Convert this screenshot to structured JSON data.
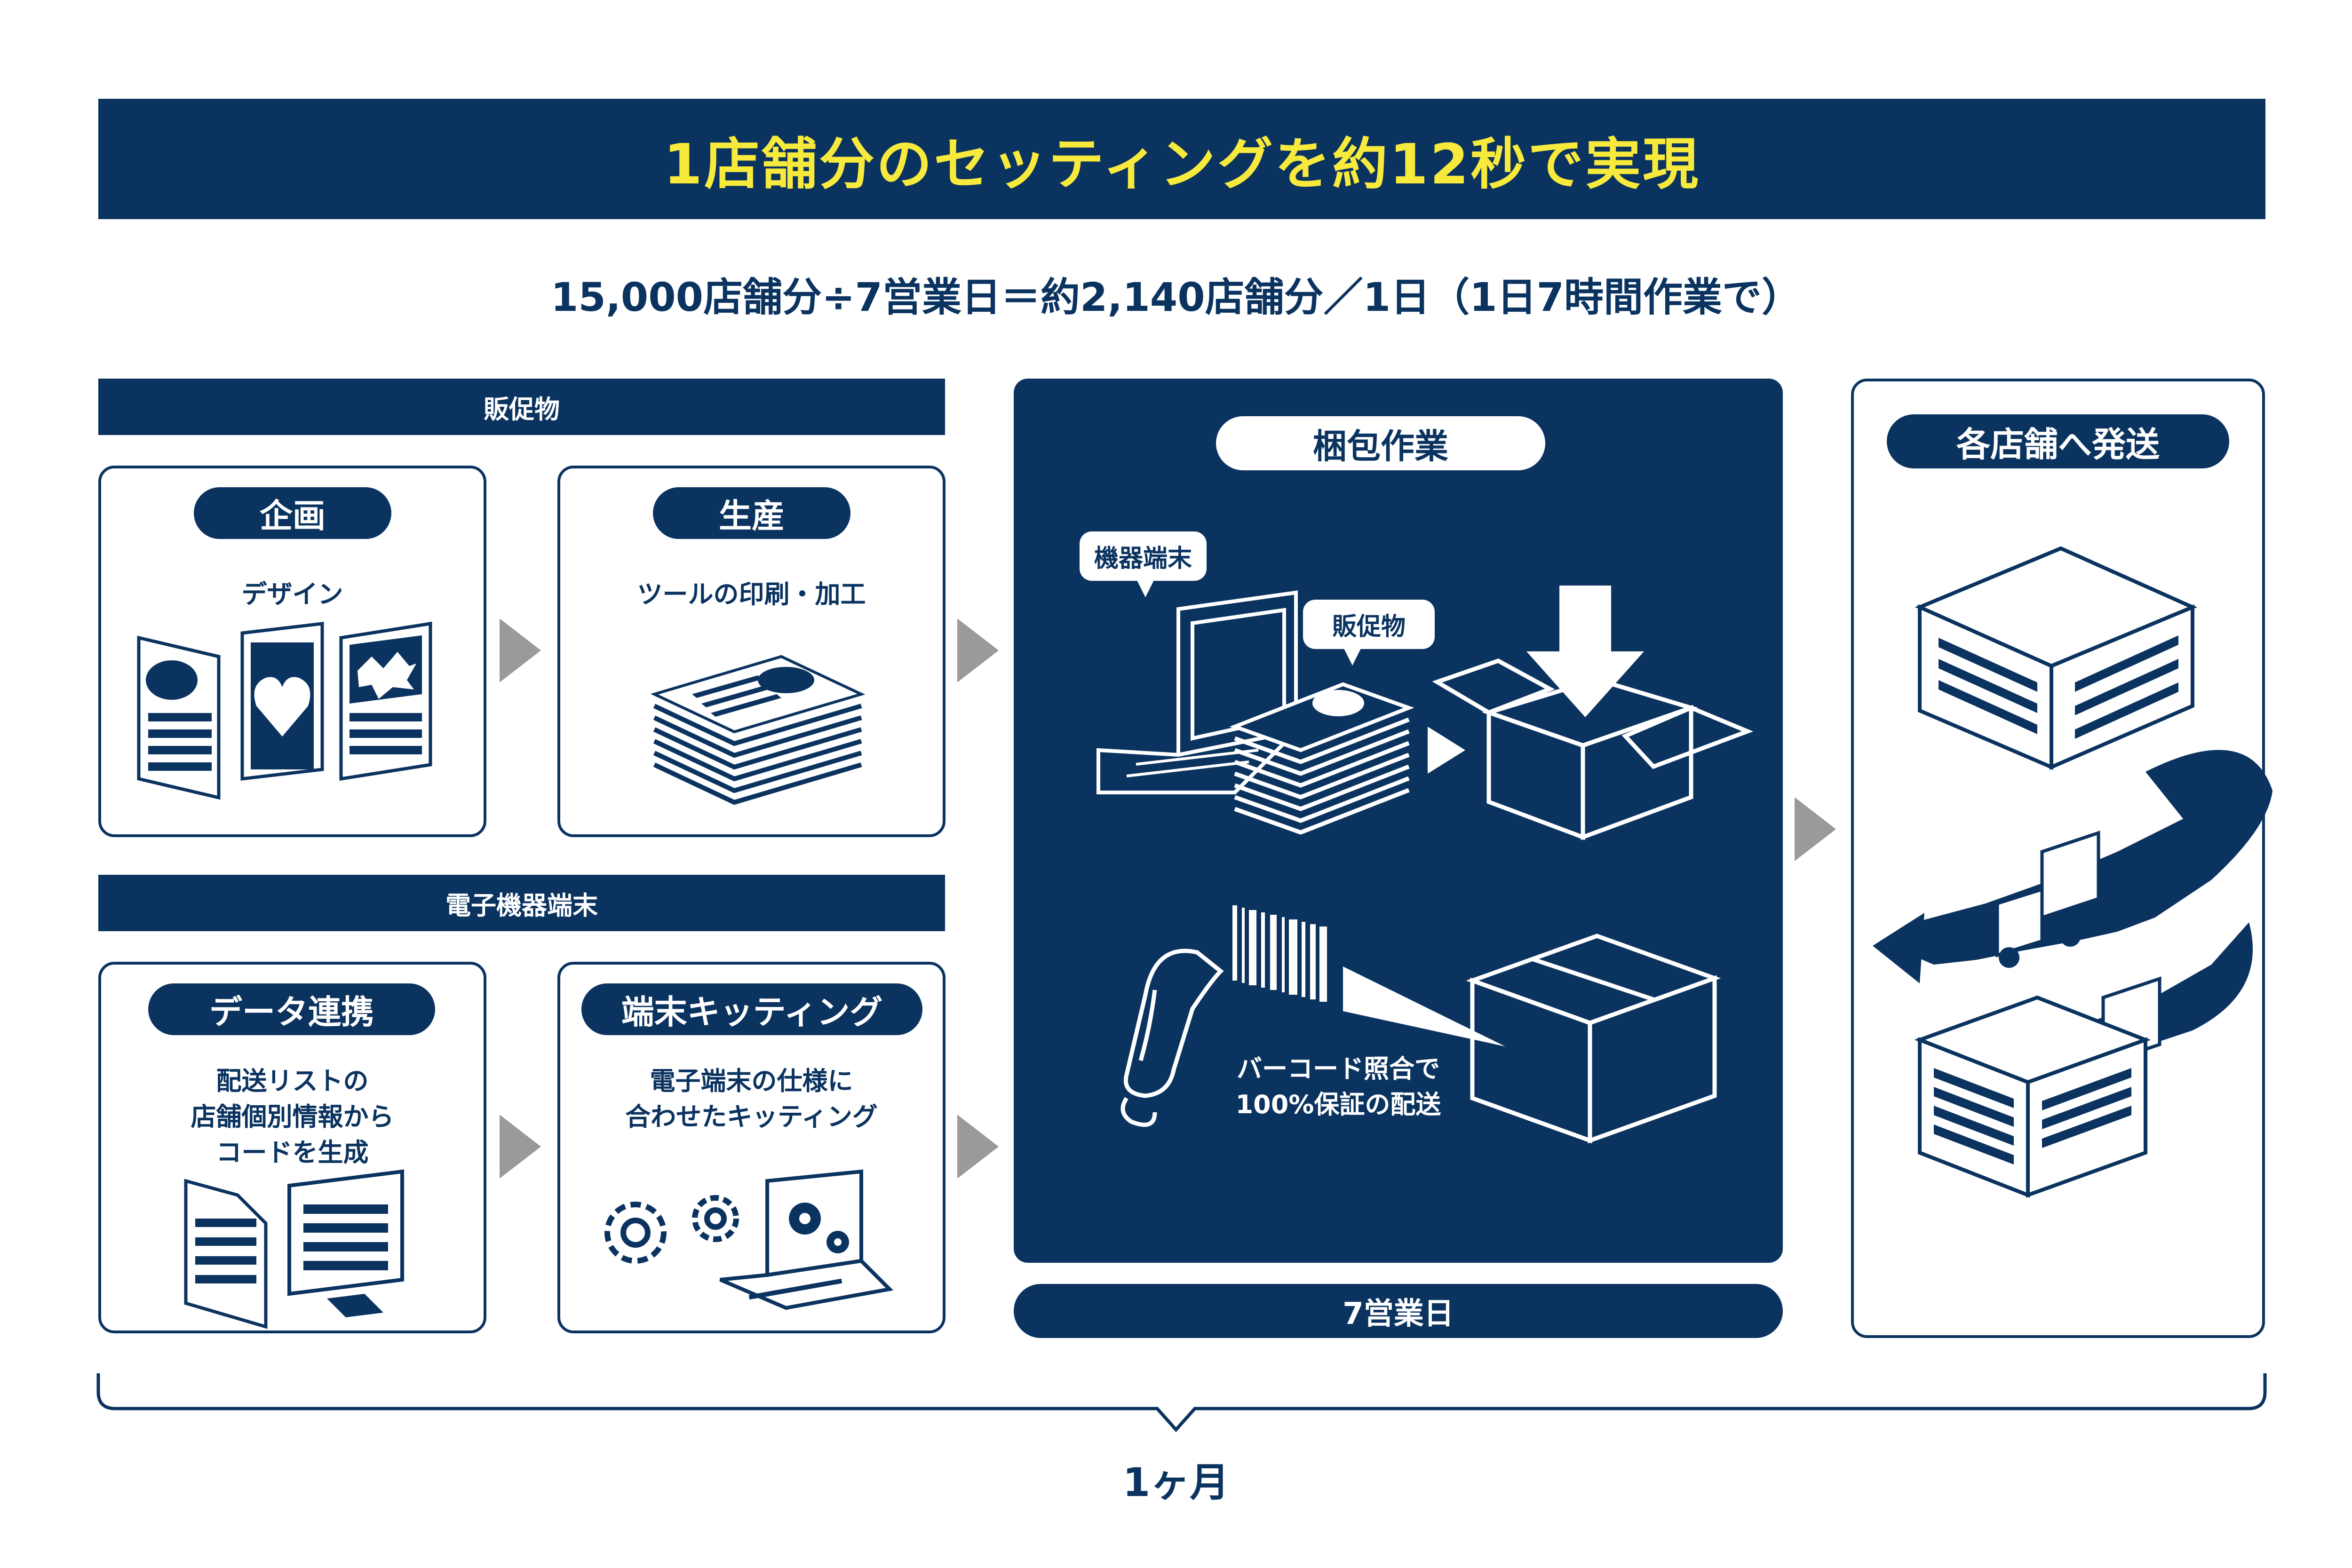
{
  "header": {
    "title": "1店舗分のセッティングを約12秒で実現"
  },
  "formula": "15,000店舗分÷7営業日＝約2,140店舗分／1日（1日7時間作業で）",
  "sections": {
    "promo": {
      "label": "販促物",
      "planning": {
        "title": "企画",
        "desc": "デザイン"
      },
      "production": {
        "title": "生産",
        "desc": "ツールの印刷・加工"
      }
    },
    "device": {
      "label": "電子機器端末",
      "data_link": {
        "title": "データ連携",
        "desc_lines": [
          "配送リストの",
          "店舗個別情報から",
          "コードを生成"
        ]
      },
      "kitting": {
        "title": "端末キッティング",
        "desc_lines": [
          "電子端末の仕様に",
          "合わせたキッティング"
        ]
      }
    }
  },
  "packing": {
    "title": "梱包作業",
    "bubble_device": "機器端末",
    "bubble_promo": "販促物",
    "barcode_lines": [
      "バーコード照合で",
      "100%保証の配送"
    ],
    "duration": "7営業日"
  },
  "shipping": {
    "title": "各店舗へ発送"
  },
  "footer": {
    "period": "1ヶ月"
  },
  "colors": {
    "navy": "#0b3360",
    "yellow": "#f7ea3c",
    "arrow_gray": "#9a9a9a"
  }
}
